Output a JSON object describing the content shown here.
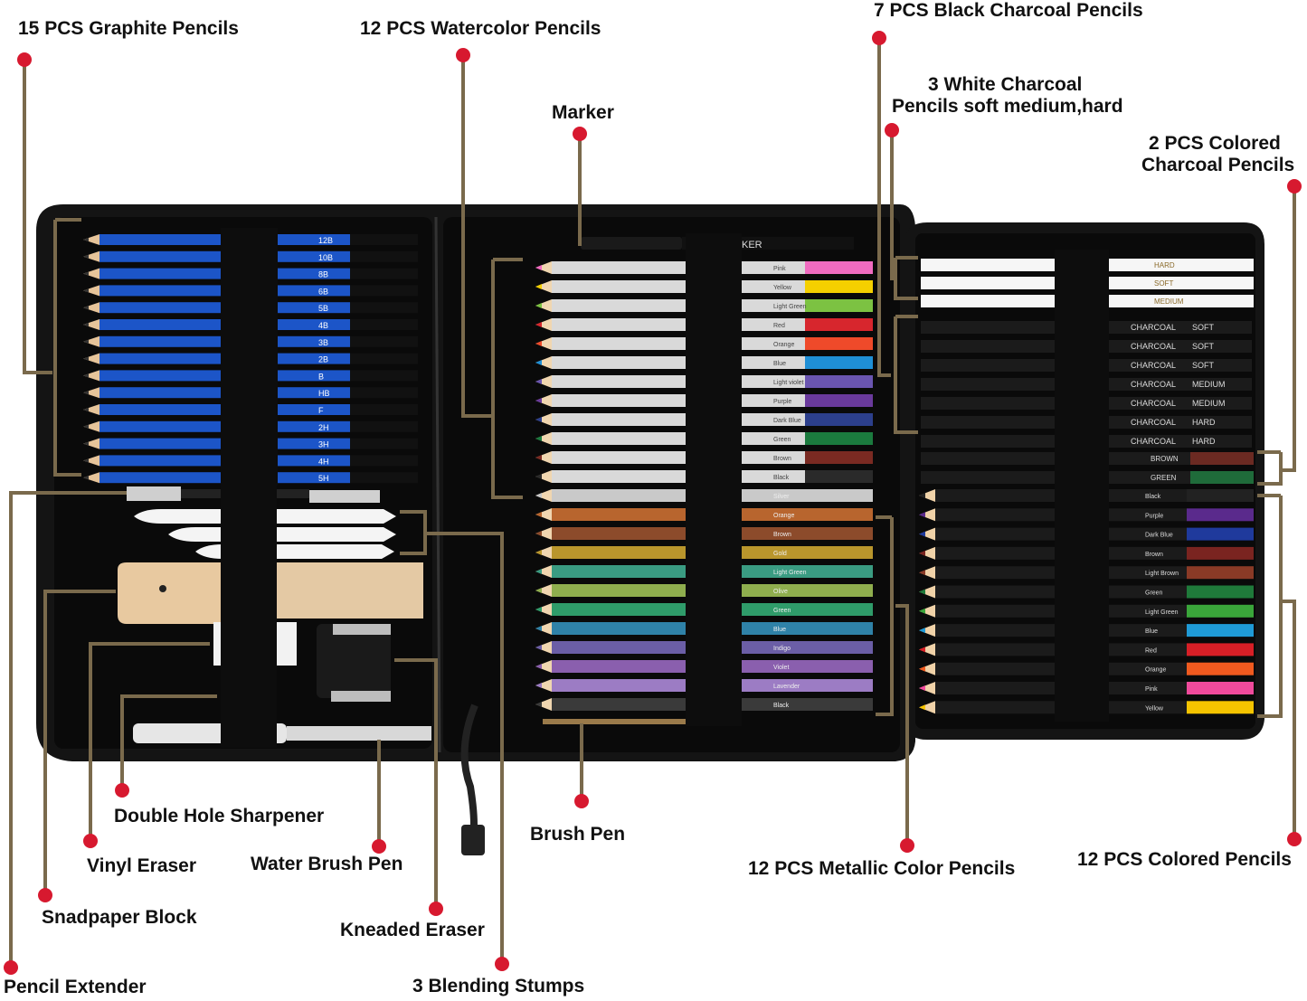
{
  "labels": {
    "graphite": "15 PCS Graphite Pencils",
    "watercolor": "12 PCS Watercolor Pencils",
    "marker": "Marker",
    "black_charcoal": "7 PCS Black Charcoal Pencils",
    "white_charcoal_1": "3 White Charcoal",
    "white_charcoal_2": "Pencils soft medium,hard",
    "colored_charcoal_1": "2 PCS Colored",
    "colored_charcoal_2": "Charcoal Pencils",
    "double_sharpener": "Double Hole Sharpener",
    "vinyl_eraser": "Vinyl Eraser",
    "water_brush": "Water Brush Pen",
    "sandpaper": "Snadpaper Block",
    "kneaded_eraser": "Kneaded Eraser",
    "pencil_extender": "Pencil Extender",
    "blending_stumps": "3 Blending Stumps",
    "brush_pen": "Brush Pen",
    "metallic": "12 PCS Metallic Color Pencils",
    "colored_pencils": "12 PCS Colored Pencils"
  },
  "graphite_grades": [
    "12B",
    "10B",
    "8B",
    "6B",
    "5B",
    "4B",
    "3B",
    "2B",
    "B",
    "HB",
    "F",
    "2H",
    "3H",
    "4H",
    "5H"
  ],
  "watercolor_names": [
    "Pink",
    "Yellow",
    "Light Green",
    "Red",
    "Orange",
    "Blue",
    "Light violet",
    "Purple",
    "Dark Blue",
    "Green",
    "Brown",
    "Black"
  ],
  "watercolor_colors": [
    "#f06bc0",
    "#f5d000",
    "#7cc242",
    "#d7262d",
    "#ef4a2a",
    "#1f8fd6",
    "#6a55b0",
    "#6a3a9c",
    "#2c3f8c",
    "#1b7a3e",
    "#7a2a22",
    "#2a2a2a"
  ],
  "metallic_names": [
    "Silver",
    "Orange",
    "Brown",
    "Gold",
    "Light Green",
    "Olive",
    "Green",
    "Blue",
    "Indigo",
    "Violet",
    "Lavender",
    "Black"
  ],
  "metallic_colors": [
    "#c9c9c9",
    "#b8652e",
    "#8c4b2b",
    "#b9962c",
    "#3a9c82",
    "#8fae4e",
    "#2f9c6a",
    "#2f82a8",
    "#6b5ea6",
    "#8a5fae",
    "#9c7cc4",
    "#3a3a3a"
  ],
  "charcoal_white_tags": [
    "HARD",
    "SOFT",
    "MEDIUM"
  ],
  "charcoal_black_tags": [
    "SOFT",
    "SOFT",
    "SOFT",
    "MEDIUM",
    "MEDIUM",
    "HARD",
    "HARD"
  ],
  "charcoal_brand": "CHARCOAL",
  "colored_charcoal_names": [
    "BROWN",
    "GREEN"
  ],
  "colored_charcoal_colors": [
    "#6b2a22",
    "#1f6b3a"
  ],
  "colored_names": [
    "Black",
    "Purple",
    "Dark Blue",
    "Brown",
    "Light Brown",
    "Green",
    "Light Green",
    "Blue",
    "Red",
    "Orange",
    "Pink",
    "Yellow"
  ],
  "colored_colors": [
    "#222222",
    "#5a2a8c",
    "#1f3a9c",
    "#7a2420",
    "#8a3a26",
    "#1f7a3a",
    "#3aa63a",
    "#1f9ad6",
    "#d71f26",
    "#f05a1f",
    "#f04a9c",
    "#f5c400"
  ],
  "colors": {
    "leader": "#7a6a4c",
    "dot": "#d7192f",
    "case": "#141414",
    "lining": "#0a0a0a",
    "graphite_blue": "#1c55c8",
    "strap": "#0d0d0d"
  }
}
